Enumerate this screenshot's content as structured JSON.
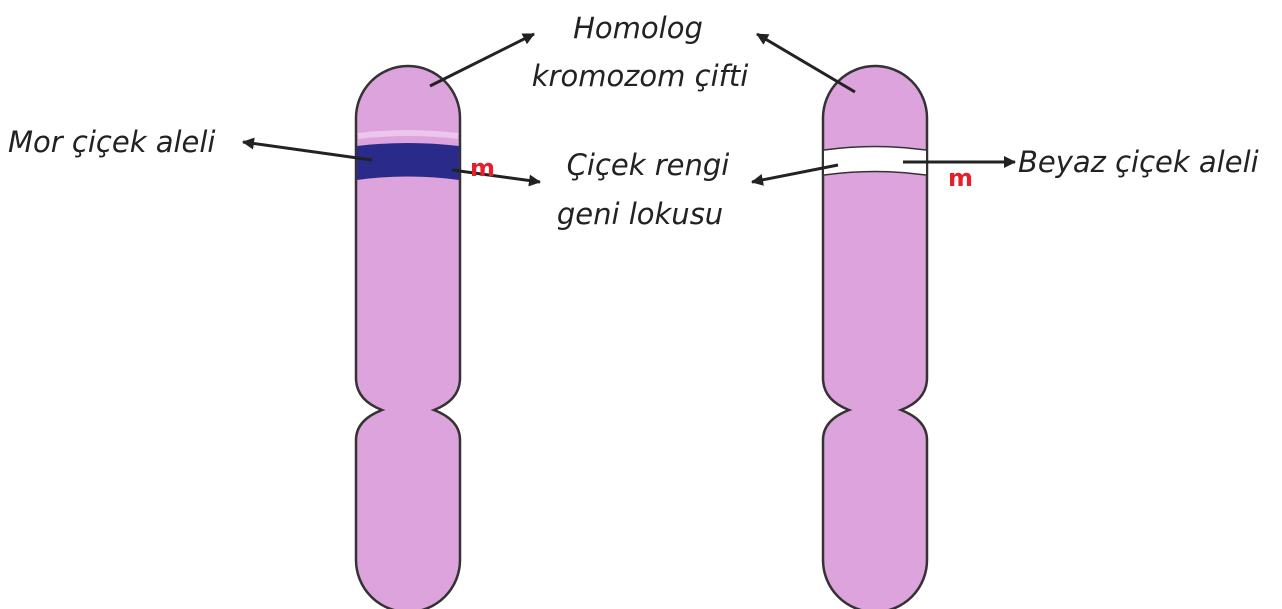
{
  "labels": {
    "homolog_line1": "Homolog",
    "homolog_line2": "kromozom çifti",
    "mor_alel": "Mor çiçek aleli",
    "locus_line1": "Çiçek rengi",
    "locus_line2": "geni lokusu",
    "beyaz_alel": "Beyaz çiçek aleli"
  },
  "handwritten_marks": {
    "left": "m",
    "right": "m"
  },
  "colors": {
    "chromosome_fill": "#dca3dc",
    "chromosome_outline": "#333333",
    "purple_band": "#2a2a8a",
    "white_band": "#ffffff",
    "arrow": "#222222",
    "handwriting": "#e5202a"
  }
}
